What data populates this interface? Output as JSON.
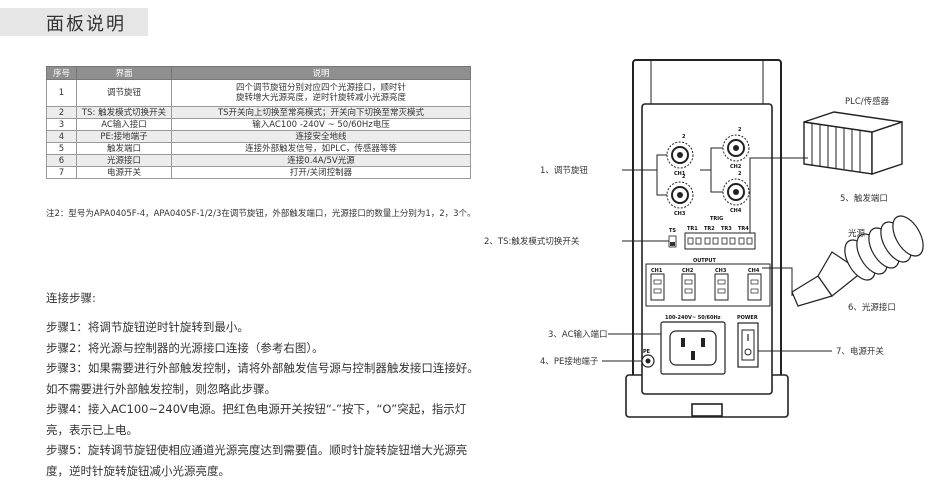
{
  "title": "面板说明",
  "table": {
    "headers": [
      "序号",
      "界面",
      "说明"
    ],
    "rows": [
      {
        "no": "1",
        "item": "调节旋钮",
        "desc": [
          "四个调节旋钮分别对应四个光源接口，顺时针",
          "旋转增大光源亮度，逆时针旋转减小光源亮度"
        ]
      },
      {
        "no": "2",
        "item": "TS: 触发模式切换开关",
        "desc": [
          "TS开关向上切换至常亮模式；开关向下切换至常灭模式"
        ]
      },
      {
        "no": "3",
        "item": "AC输入接口",
        "desc": [
          "输入AC100 -240V ~ 50/60Hz电压"
        ]
      },
      {
        "no": "4",
        "item": "PE:接地端子",
        "desc": [
          "连接安全地线"
        ]
      },
      {
        "no": "5",
        "item": "触发端口",
        "desc": [
          "连接外部触发信号，如PLC，传感器等等"
        ]
      },
      {
        "no": "6",
        "item": "光源接口",
        "desc": [
          "连接0.4A/5V光源"
        ]
      },
      {
        "no": "7",
        "item": "电源开关",
        "desc": [
          "打开/关闭控制器"
        ]
      }
    ]
  },
  "note": "注2：型号为APA0405F-4，APA0405F-1/2/3在调节旋钮，外部触发端口，光源接口的数量上分别为1，2，3个。",
  "steps_heading": "连接步骤:",
  "steps": [
    "步骤1：将调节旋钮逆时针旋转到最小。",
    "步骤2：将光源与控制器的光源接口连接（参考右图）。",
    "步骤3：如果需要进行外部触发控制，请将外部触发信号源与控制器触发接口连接好。如不需要进行外部触发控制，则忽略此步骤。",
    "步骤4：接入AC100~240V电源。把红色电源开关按钮“-”按下，“O”突起，指示灯亮，表示已上电。",
    "步骤5：旋转调节旋钮使相应通道光源亮度达到需要值。顺时针旋转旋钮增大光源亮度，逆时针旋转旋钮减小光源亮度。"
  ],
  "diagram": {
    "callouts": [
      "1、调节旋钮",
      "2、TS:触发模式切换开关",
      "3、AC输入端口",
      "4、PE接地端子",
      "5、触发端口",
      "6、光源接口",
      "7、电源开关"
    ],
    "external": {
      "plc": "PLC/传感器",
      "light": "光源"
    },
    "panel": {
      "knobs": [
        "CH1",
        "CH2",
        "CH3",
        "CH4"
      ],
      "knob_mark": "2",
      "ts": "TS",
      "trig": "TRIG",
      "trig_channels": [
        "TR1",
        "TR2",
        "TR3",
        "TR4"
      ],
      "output": "OUTPUT",
      "outputs": [
        "CH1",
        "CH2",
        "CH3",
        "CH4"
      ],
      "ac_rating": "100-240V~ 50/60Hz",
      "power": "POWER",
      "pe": "PE"
    }
  }
}
